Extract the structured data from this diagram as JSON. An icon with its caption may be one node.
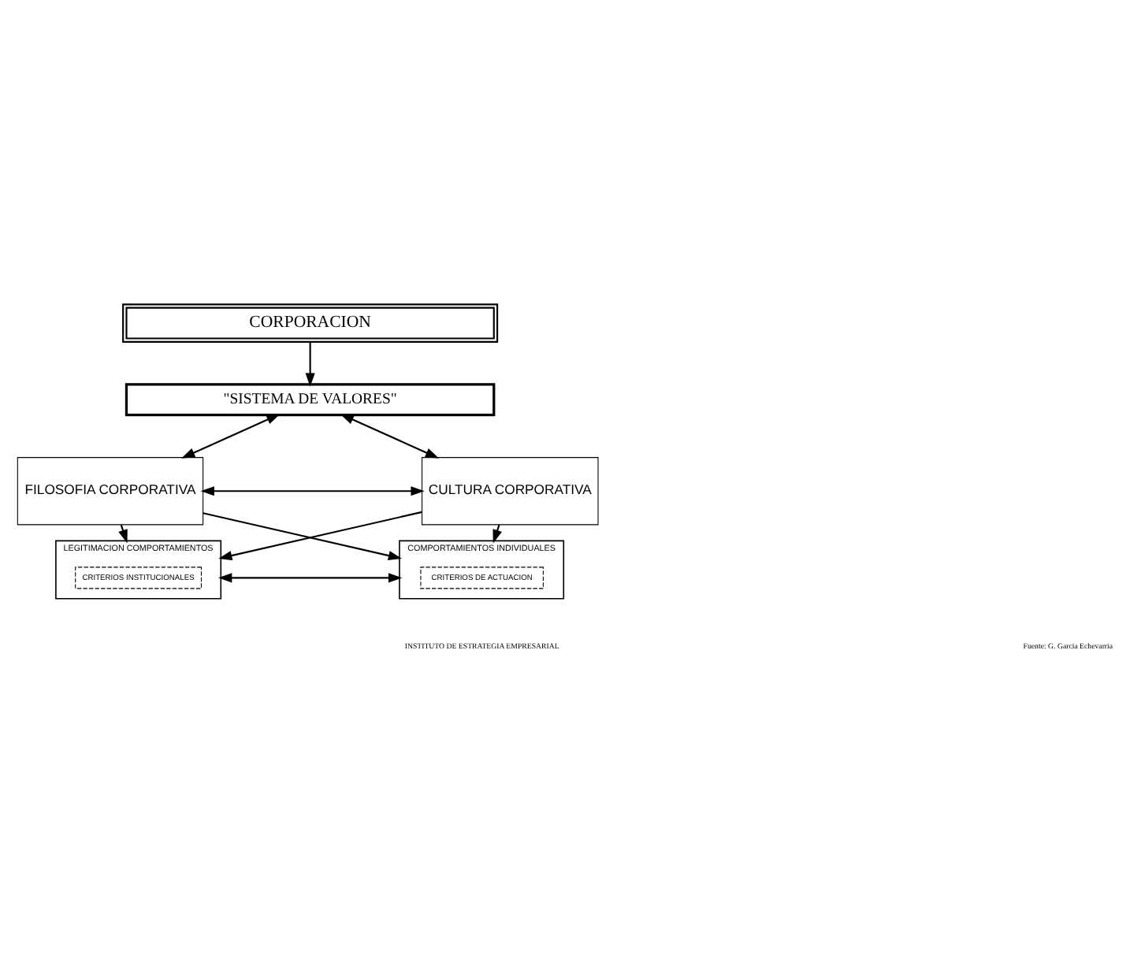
{
  "diagram": {
    "nodes": [
      {
        "text": [
          "CORPORACION"
        ]
      },
      {
        "text": [
          "\"SISTEMA DE VALORES\""
        ]
      },
      {
        "text": [
          "FILOSOFIA CORPORATIVA"
        ]
      },
      {
        "text": [
          "CULTURA CORPORATIVA"
        ]
      },
      {
        "text": [
          "LEGITIMACION COMPORTAMIENTOS"
        ]
      },
      {
        "text": [
          "CRITERIOS INSTITUCIONALES"
        ],
        "in": 4
      },
      {
        "text": [
          "COMPORTAMIENTOS INDIVIDUALES"
        ]
      },
      {
        "text": [
          "CRITERIOS DE ACTUACION"
        ],
        "in": 6
      }
    ],
    "edges": [
      {
        "from": 0,
        "to": 1,
        "arrow": "to"
      },
      {
        "from": 1,
        "to": 2,
        "arrow": "both"
      },
      {
        "from": 1,
        "to": 3,
        "arrow": "both"
      },
      {
        "from": 2,
        "to": 3,
        "arrow": "both"
      },
      {
        "from": 2,
        "to": 4,
        "arrow": "to"
      },
      {
        "from": 2,
        "to": 6,
        "arrow": "to"
      },
      {
        "from": 3,
        "to": 4,
        "arrow": "to"
      },
      {
        "from": 3,
        "to": 6,
        "arrow": "to"
      },
      {
        "from": 4,
        "to": 6,
        "arrow": "both"
      }
    ],
    "labels": [
      "INSTITUTO DE ESTRATEGIA EMPRESARIAL",
      "Fuente: G. Garcia Echevarria"
    ]
  }
}
